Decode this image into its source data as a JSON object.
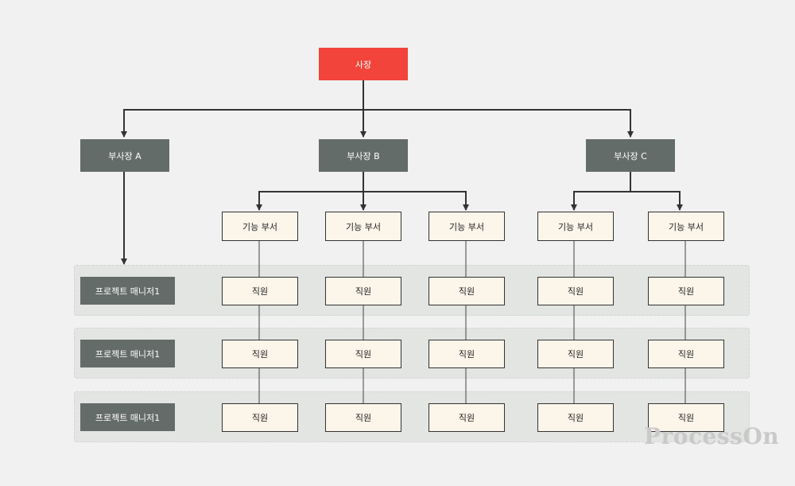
{
  "ceo": "사장",
  "vps": [
    "부사장 A",
    "부사장 B",
    "부사장 C"
  ],
  "departments": [
    "기능 부서",
    "기능 부서",
    "기능 부서",
    "기능 부서",
    "기능 부서"
  ],
  "project_rows": [
    {
      "manager": "프로젝트 매니저1",
      "staff": [
        "직원",
        "직원",
        "직원",
        "직원",
        "직원"
      ]
    },
    {
      "manager": "프로젝트 매니저1",
      "staff": [
        "직원",
        "직원",
        "직원",
        "직원",
        "직원"
      ]
    },
    {
      "manager": "프로젝트 매니저1",
      "staff": [
        "직원",
        "직원",
        "직원",
        "직원",
        "직원"
      ]
    }
  ],
  "watermark": "ProcessOn",
  "colors": {
    "ceo": "#f2443a",
    "vp": "#646c6a",
    "box": "#fbf5ea",
    "band": "#e2e5e2",
    "line": "#333333"
  }
}
